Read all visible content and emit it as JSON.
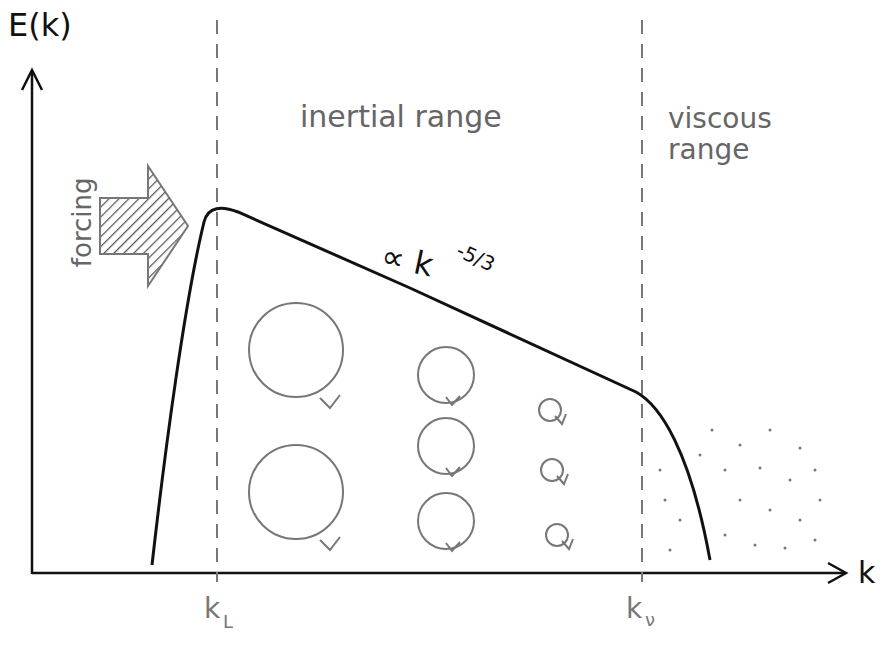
{
  "diagram": {
    "labels": [
      "E(k)",
      "inertial range",
      "viscous range",
      "forcing",
      "∝ k",
      "-5/3",
      "k",
      "k",
      "L",
      "k",
      "ν"
    ]
  }
}
